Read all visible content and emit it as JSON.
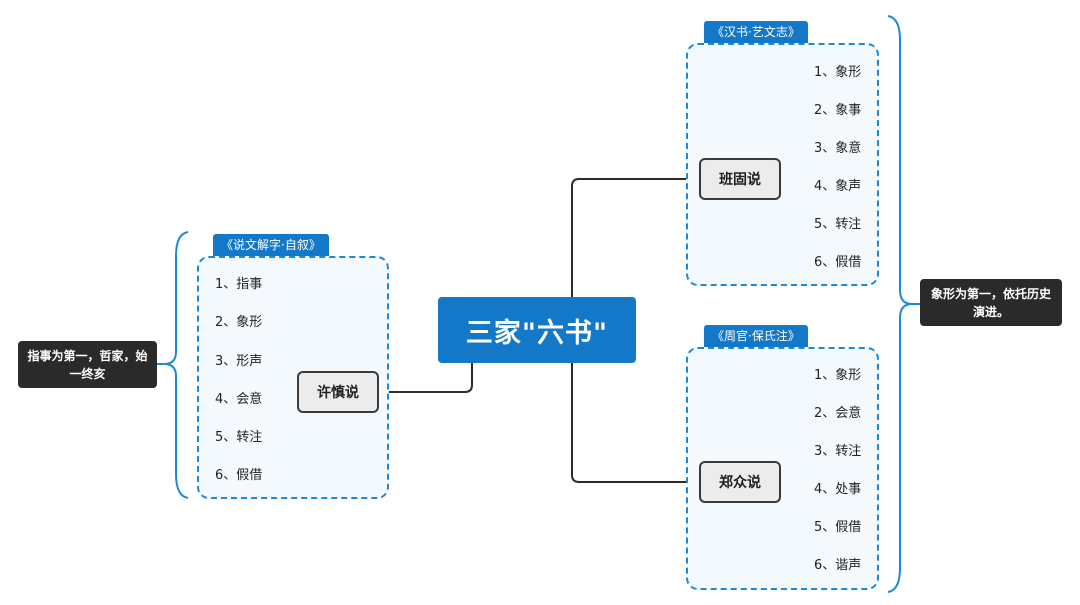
{
  "central": {
    "label": "三家\"六书\""
  },
  "branches": {
    "ban": {
      "label": "班固说",
      "source": "《汉书·艺文志》",
      "items": [
        "1、象形",
        "2、象事",
        "3、象意",
        "4、象声",
        "5、转注",
        "6、假借"
      ]
    },
    "zheng": {
      "label": "郑众说",
      "source": "《周官·保氏注》",
      "items": [
        "1、象形",
        "2、会意",
        "3、转注",
        "4、处事",
        "5、假借",
        "6、谐声"
      ]
    },
    "xu": {
      "label": "许慎说",
      "source": "《说文解字·自叙》",
      "items": [
        "1、指事",
        "2、象形",
        "3、形声",
        "4、会意",
        "5、转注",
        "6、假借"
      ]
    }
  },
  "notes": {
    "left": "指事为第一，哲家，始一终亥",
    "right": "象形为第一，依托历史演进。"
  },
  "colors": {
    "primary": "#1478c8",
    "dashed": "#1e88d8",
    "note_bg": "#2a2a2a",
    "node_bg": "#ececec"
  }
}
